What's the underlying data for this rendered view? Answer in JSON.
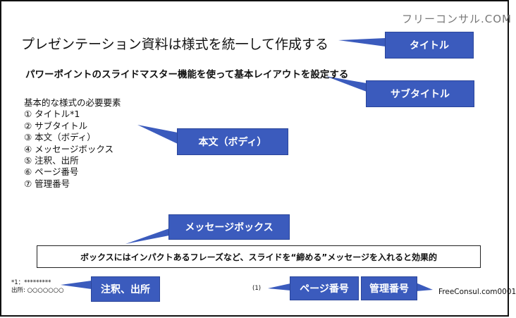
{
  "logo": "フリーコンサル.COM",
  "slide": {
    "title": "プレゼンテーション資料は様式を統一して作成する",
    "subtitle": "パワーポイントのスライドマスター機能を使って基本レイアウトを設定する",
    "body_heading": "基本的な様式の必要要素",
    "body_items": [
      "① タイトル*1",
      "② サブタイトル",
      "③ 本文（ボディ）",
      "④ メッセージボックス",
      "⑤ 注釈、出所",
      "⑥ ページ番号",
      "⑦ 管理番号"
    ],
    "message": "ボックスにはインパクトあるフレーズなど、スライドを“締める”メッセージを入れると効果的",
    "footnote_line1": "*1：*********",
    "footnote_line2": "出所: ○○○○○○○",
    "page_number": "(1)",
    "management_number": "FreeConsul.com0001"
  },
  "callouts": {
    "title": "タイトル",
    "subtitle": "サブタイトル",
    "body": "本文（ボディ）",
    "message_box": "メッセージボックス",
    "note_source": "注釈、出所",
    "page_number": "ページ番号",
    "management_number": "管理番号"
  },
  "colors": {
    "callout_fill": "#3b5bbd",
    "callout_text": "#ffffff",
    "slide_background": "#ffffff",
    "logo_text": "#777777"
  }
}
